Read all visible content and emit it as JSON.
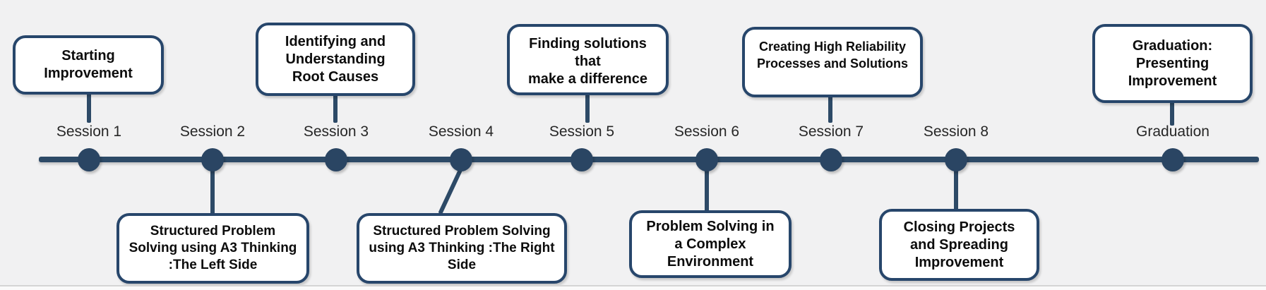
{
  "colors": {
    "accent_navy": "#2a4563",
    "line_navy": "#2d4a67",
    "box_border": "#27466b",
    "background": "#f1f1f2"
  },
  "milestones": [
    {
      "label": "Session 1",
      "callout": "Starting\nImprovement",
      "callout_position": "top"
    },
    {
      "label": "Session 2",
      "callout": "Structured Problem\nSolving using A3 Thinking\n:The Left Side",
      "callout_position": "bottom"
    },
    {
      "label": "Session 3",
      "callout": "Identifying and\nUnderstanding\nRoot Causes",
      "callout_position": "top"
    },
    {
      "label": "Session 4",
      "callout": "Structured Problem Solving\nusing A3 Thinking :The Right\nSide",
      "callout_position": "bottom"
    },
    {
      "label": "Session 5",
      "callout": "Finding solutions that\nmake a difference",
      "callout_position": "top"
    },
    {
      "label": "Session 6",
      "callout": "Problem Solving in\na Complex\nEnvironment",
      "callout_position": "bottom"
    },
    {
      "label": "Session 7",
      "callout": "Creating High Reliability\nProcesses and Solutions",
      "callout_position": "top"
    },
    {
      "label": "Session 8",
      "callout": "Closing Projects\nand Spreading\nImprovement",
      "callout_position": "bottom"
    },
    {
      "label": "Graduation",
      "callout": "Graduation:\nPresenting\nImprovement",
      "callout_position": "top"
    }
  ]
}
